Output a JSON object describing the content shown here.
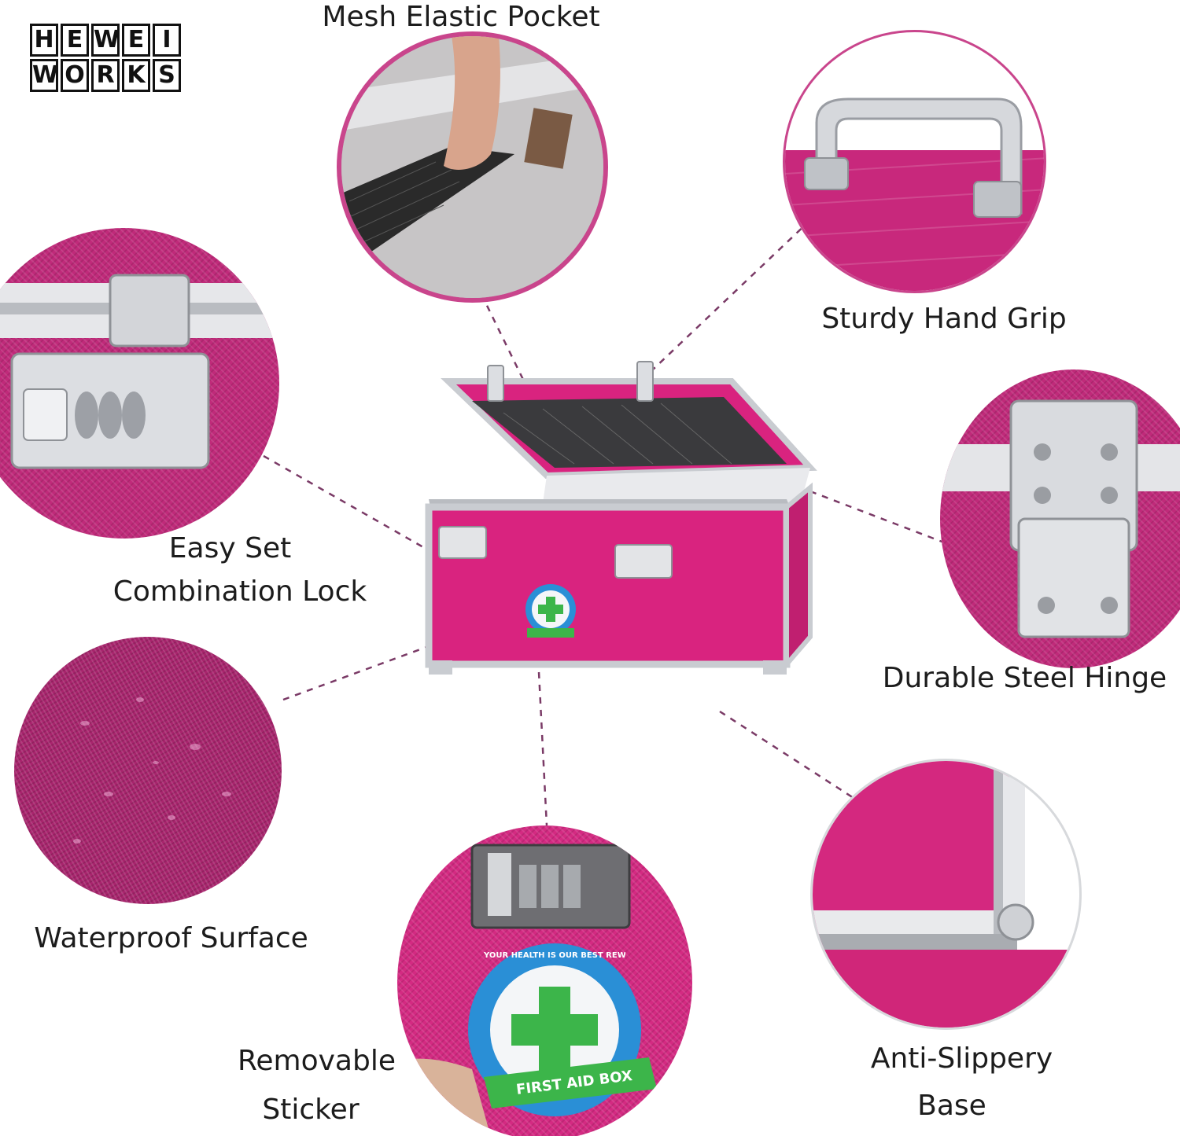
{
  "brand": {
    "logo_rows": [
      [
        "H",
        "E",
        "W",
        "E",
        "I"
      ],
      [
        "W",
        "O",
        "R",
        "K",
        "S"
      ]
    ]
  },
  "features": {
    "mesh_pocket": "Mesh Elastic Pocket",
    "hand_grip": "Sturdy Hand  Grip",
    "lock_line1": "Easy Set",
    "lock_line2": "Combination Lock",
    "hinge": "Durable Steel Hinge",
    "waterproof": "Waterproof Surface",
    "sticker_line1": "Removable",
    "sticker_line2": "Sticker",
    "base_line1": "Anti-Slippery",
    "base_line2": "Base"
  },
  "sticker": {
    "arc_text": "YOUR HEALTH IS OUR BEST REWARD",
    "ribbon_text": "FIRST AID BOX"
  },
  "colors": {
    "case_pink": "#d9237f",
    "fabric_magenta": "#c02a7a",
    "aluminum": "#c9ccd1",
    "leader_line": "#7a3a66",
    "sticker_blue": "#2a8fd6",
    "sticker_green": "#3cb54a"
  }
}
